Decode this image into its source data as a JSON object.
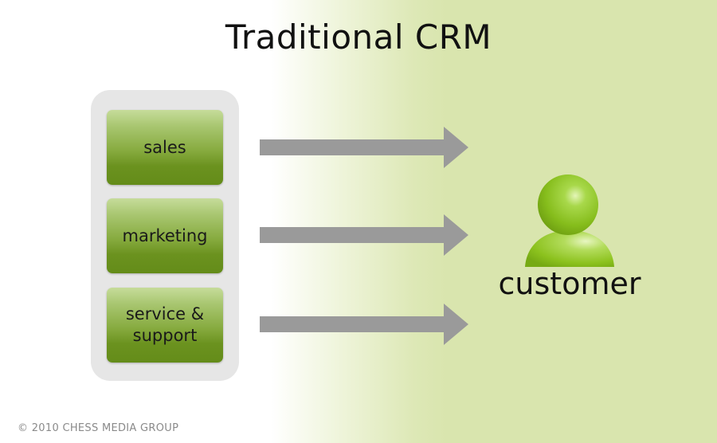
{
  "title": "Traditional CRM",
  "departments": [
    {
      "label": "sales"
    },
    {
      "label": "marketing"
    },
    {
      "label": "service &\nsupport"
    }
  ],
  "arrows": [
    {
      "from": "sales",
      "to": "customer"
    },
    {
      "from": "marketing",
      "to": "customer"
    },
    {
      "from": "service & support",
      "to": "customer"
    }
  ],
  "customer": {
    "icon": "person-icon",
    "label": "customer"
  },
  "footer": {
    "copyright": "© 2010 CHESS MEDIA GROUP"
  },
  "colors": {
    "box_green_dark": "#648c19",
    "box_green_light": "#c6dc9a",
    "arrow_gray": "#9a9a9a",
    "panel_gray": "#e6e6e6",
    "background_green": "#d9e5ae",
    "person_green": "#8cc21e"
  }
}
